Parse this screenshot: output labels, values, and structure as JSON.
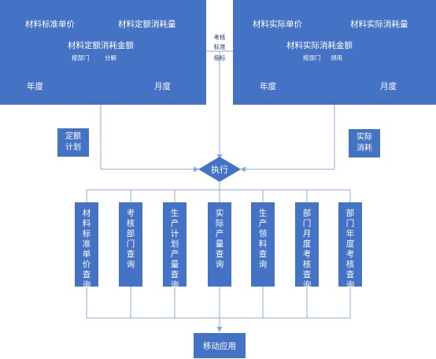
{
  "left_panel": {
    "unit_price": "材料标准单价",
    "quota": "材料定额消耗量",
    "amount": "材料定额消耗金额",
    "by_dept": "按部门",
    "split": "分解",
    "year": "年度",
    "month": "月度"
  },
  "right_panel": {
    "unit_price": "材料实际单价",
    "quota": "材料实际消耗量",
    "amount": "材料实际消耗金额",
    "by_dept": "按部门",
    "receive": "领用",
    "year": "年度",
    "month": "月度"
  },
  "center_label": {
    "line1": "考核",
    "line2": "标准",
    "line3": "指标"
  },
  "quota_plan": "定额计划",
  "actual_consumption": "实际消耗",
  "execute": "执行",
  "queries": [
    "材料标准单价查询",
    "考核部门查询",
    "生产计划产量查询",
    "实际产量查询",
    "生产领料查询",
    "部门月度考核查询",
    "部门年度考核查询"
  ],
  "mobile_app": "移动应用",
  "colors": {
    "box": "#4472c4",
    "line": "#8faadc",
    "text": "#ffffff",
    "label": "#1f3864"
  }
}
